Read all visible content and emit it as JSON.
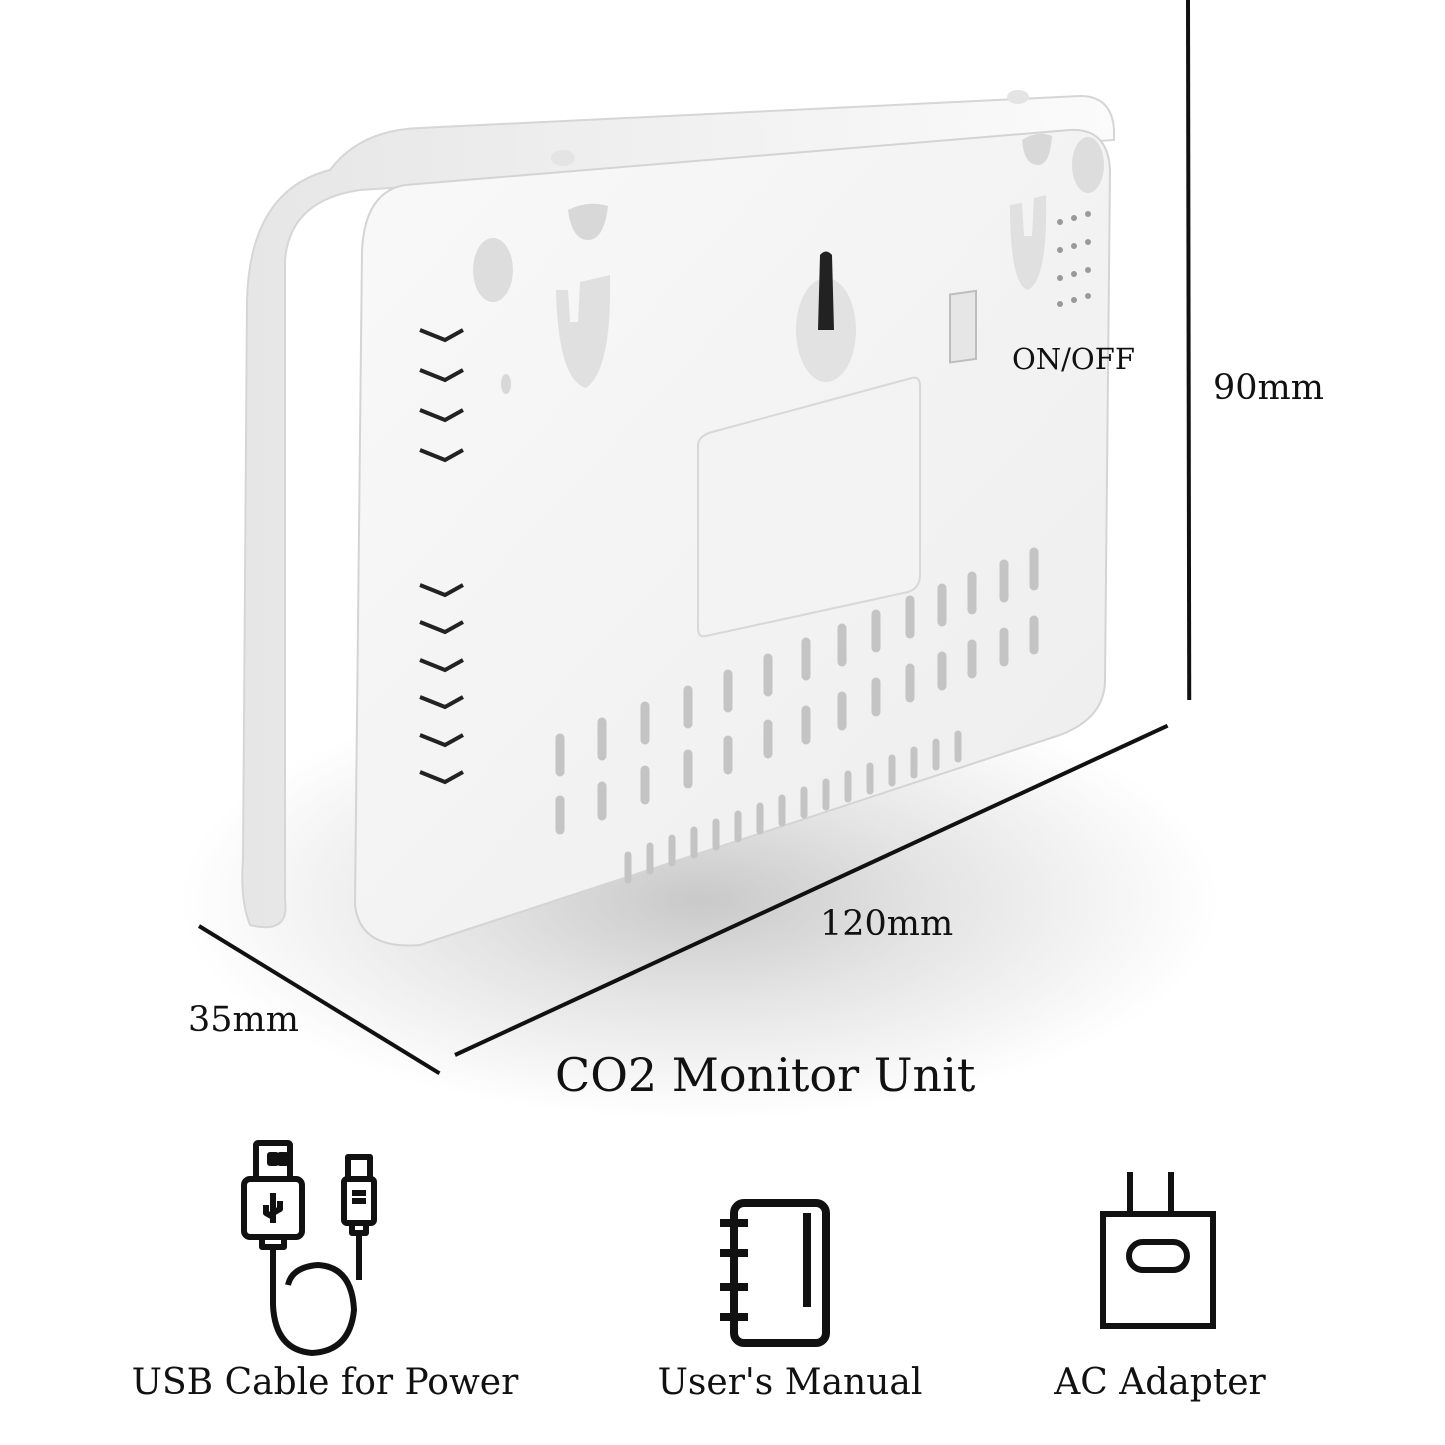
{
  "product": {
    "title": "CO2 Monitor Unit",
    "switch_label": "ON/OFF"
  },
  "dimensions": {
    "height": "90mm",
    "width": "120mm",
    "depth": "35mm"
  },
  "accessories": [
    {
      "label": "USB Cable for Power",
      "icon": "usb-cable-icon"
    },
    {
      "label": "User's Manual",
      "icon": "manual-notebook-icon"
    },
    {
      "label": "AC Adapter",
      "icon": "ac-adapter-icon"
    }
  ],
  "colors": {
    "device_body": "#f2f2f2",
    "device_edge": "#dcdcdc",
    "text": "#111111",
    "shadow": "#c9c9c9"
  }
}
